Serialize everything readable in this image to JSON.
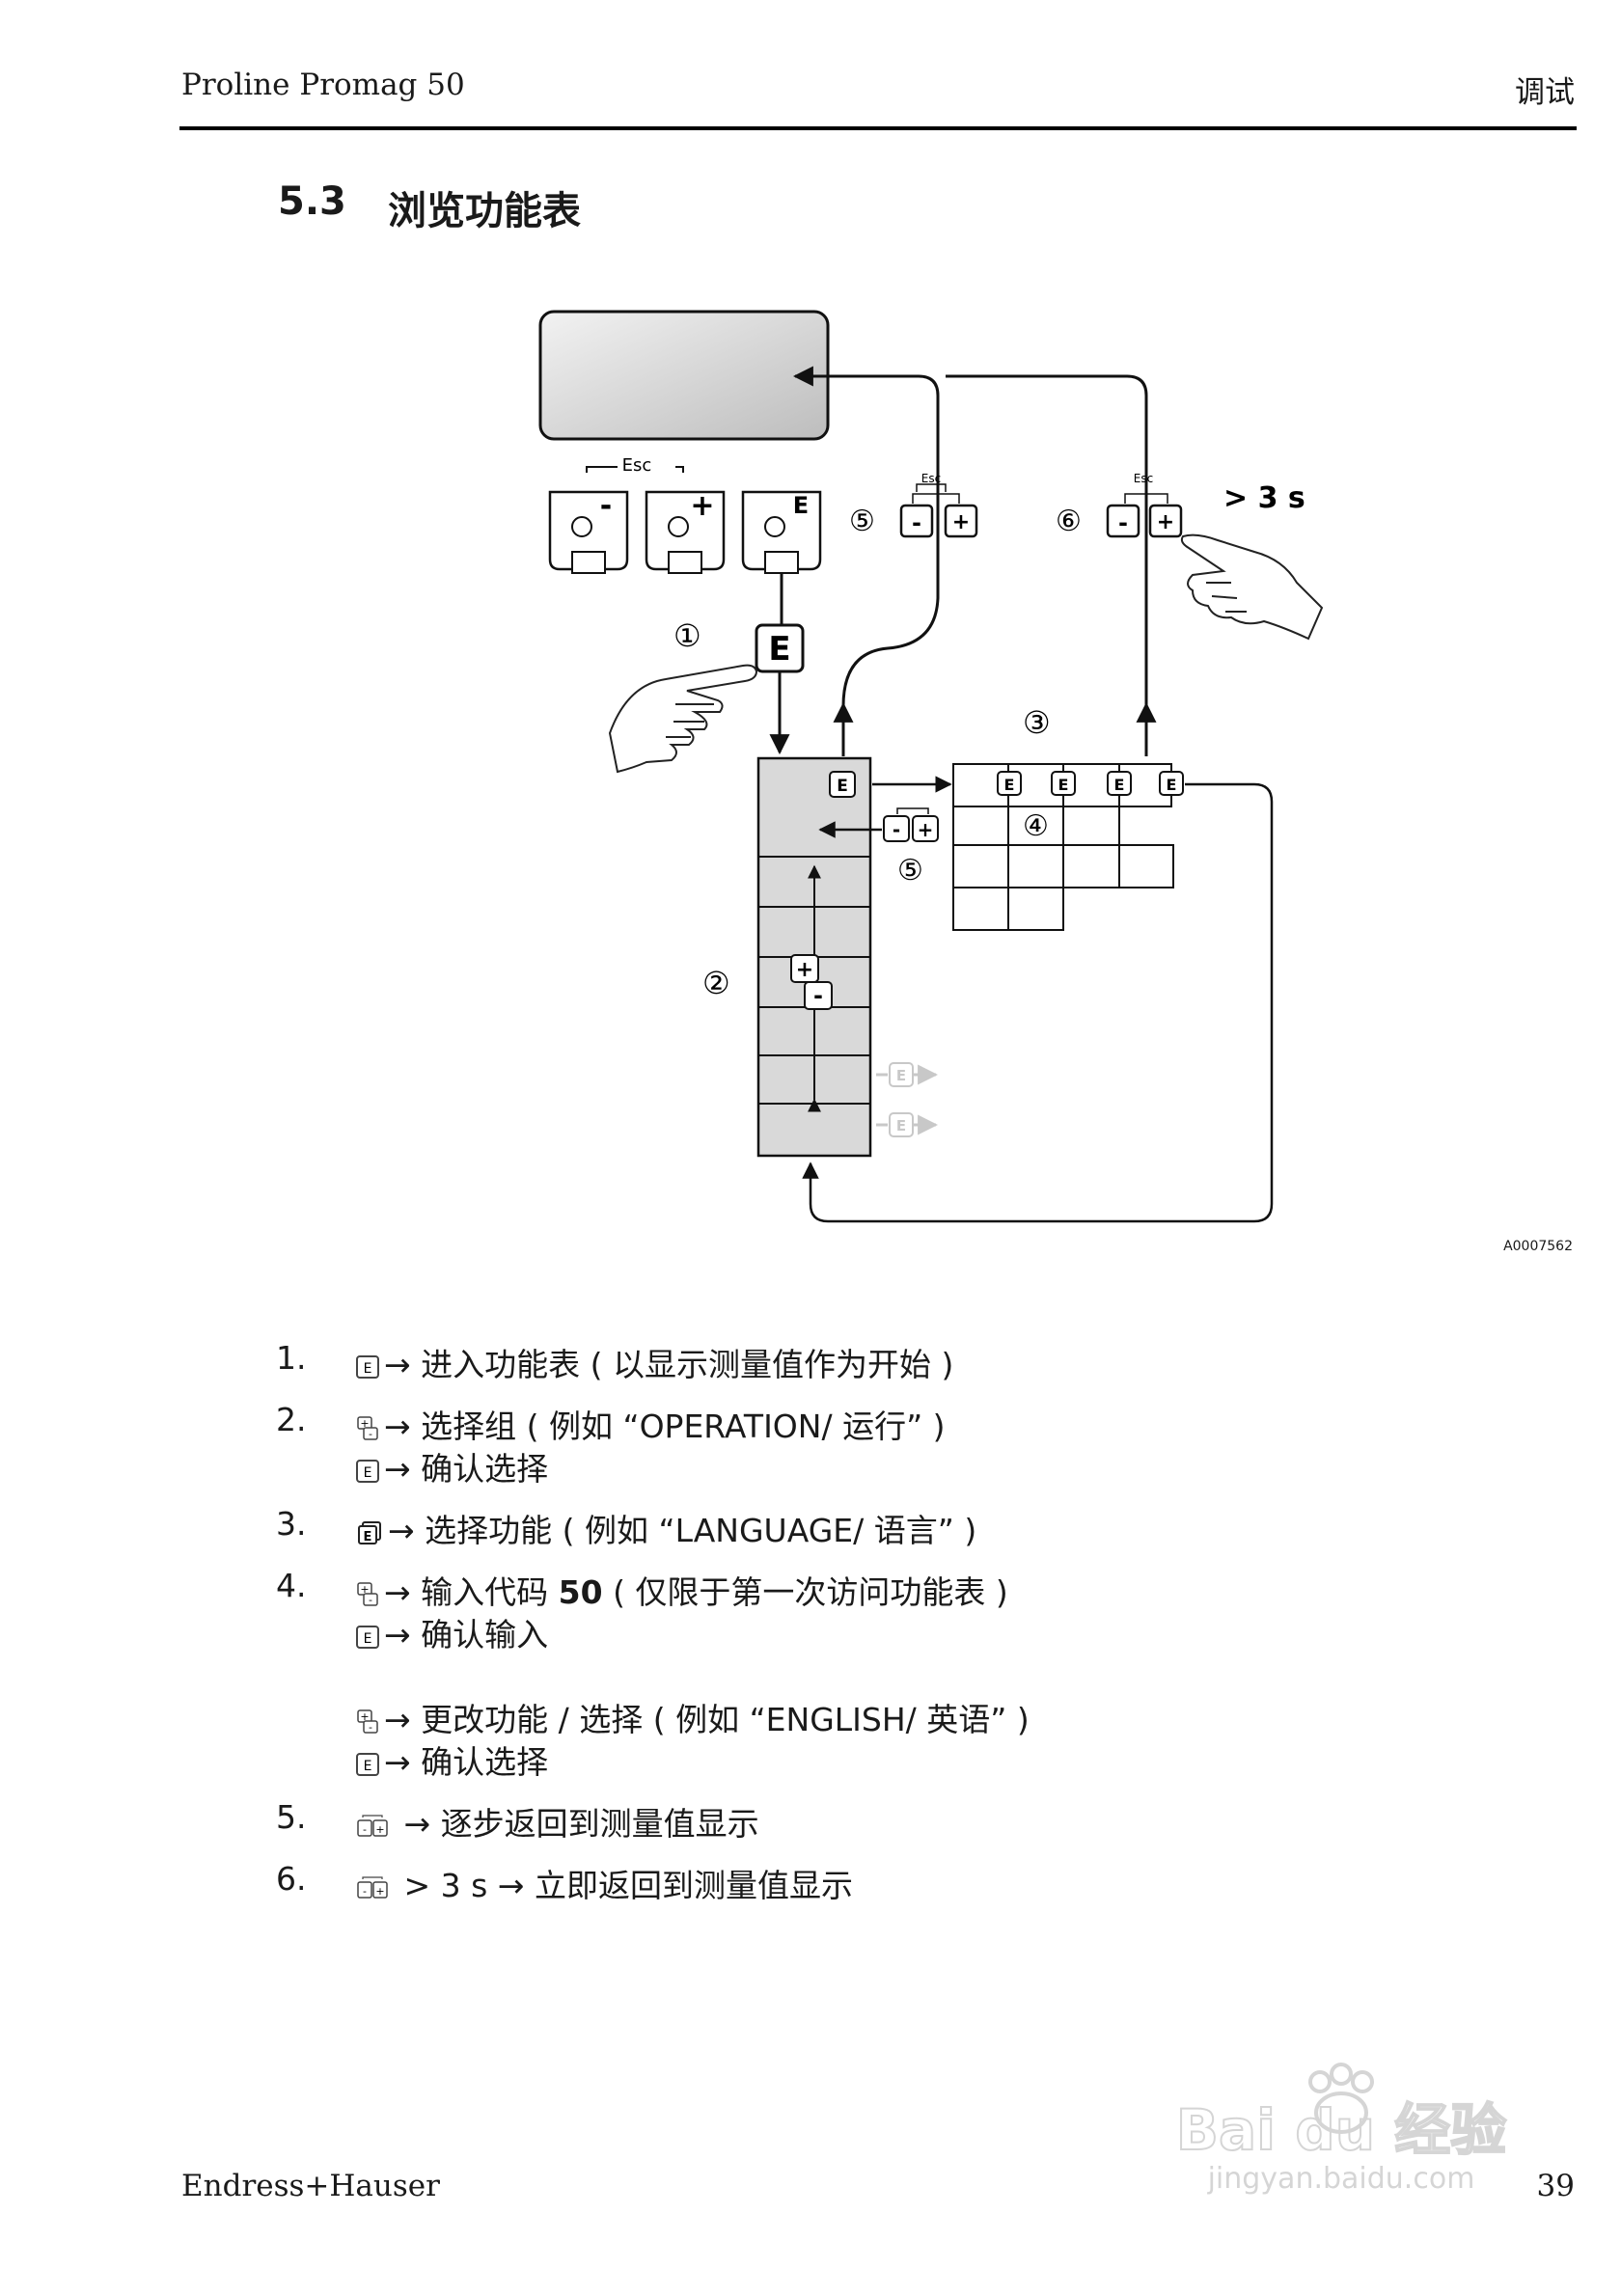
{
  "header": {
    "left": "Proline Promag 50",
    "right": "调试"
  },
  "section": {
    "number": "5.3",
    "title": "浏览功能表"
  },
  "diagram": {
    "key_esc": "Esc",
    "key_minus": "-",
    "key_plus": "+",
    "key_e": "E",
    "hold_label": "> 3 s",
    "labels": {
      "c1": "①",
      "c2": "②",
      "c3": "③",
      "c4": "④",
      "c5": "⑤",
      "c6": "⑥"
    },
    "figure_id": "A0007562"
  },
  "steps": [
    {
      "num": "1.",
      "lines": [
        {
          "icon": "e-key-icon",
          "text": "→ 进入功能表 ( 以显示测量值作为开始 )"
        }
      ]
    },
    {
      "num": "2.",
      "lines": [
        {
          "icon": "plus-minus-keys-icon",
          "text": "→ 选择组 ( 例如 “OPERATION/ 运行” )"
        },
        {
          "icon": "e-key-icon",
          "text": "→ 确认选择"
        }
      ]
    },
    {
      "num": "3.",
      "lines": [
        {
          "icon": "e-key-repeat-icon",
          "text": "→ 选择功能 ( 例如 “LANGUAGE/ 语言” )"
        }
      ]
    },
    {
      "num": "4.",
      "lines": [
        {
          "icon": "plus-minus-keys-icon",
          "text_before": "→ 输入代码 ",
          "bold": "50",
          "text_after": " ( 仅限于第一次访问功能表 )"
        },
        {
          "icon": "e-key-icon",
          "text": "→ 确认输入"
        },
        {
          "icon": "plus-minus-keys-icon",
          "text": "→ 更改功能 / 选择 ( 例如 “ENGLISH/ 英语” )"
        },
        {
          "icon": "e-key-icon",
          "text": "→ 确认选择"
        }
      ]
    },
    {
      "num": "5.",
      "lines": [
        {
          "icon": "esc-keys-icon",
          "text": " → 逐步返回到测量值显示"
        }
      ]
    },
    {
      "num": "6.",
      "lines": [
        {
          "icon": "esc-keys-icon",
          "text": " > 3 s → 立即返回到测量值显示"
        }
      ]
    }
  ],
  "footer": {
    "left": "Endress+Hauser",
    "page": "39"
  },
  "watermark": {
    "brand": "Bai du 经验",
    "url": "jingyan.baidu.com"
  }
}
